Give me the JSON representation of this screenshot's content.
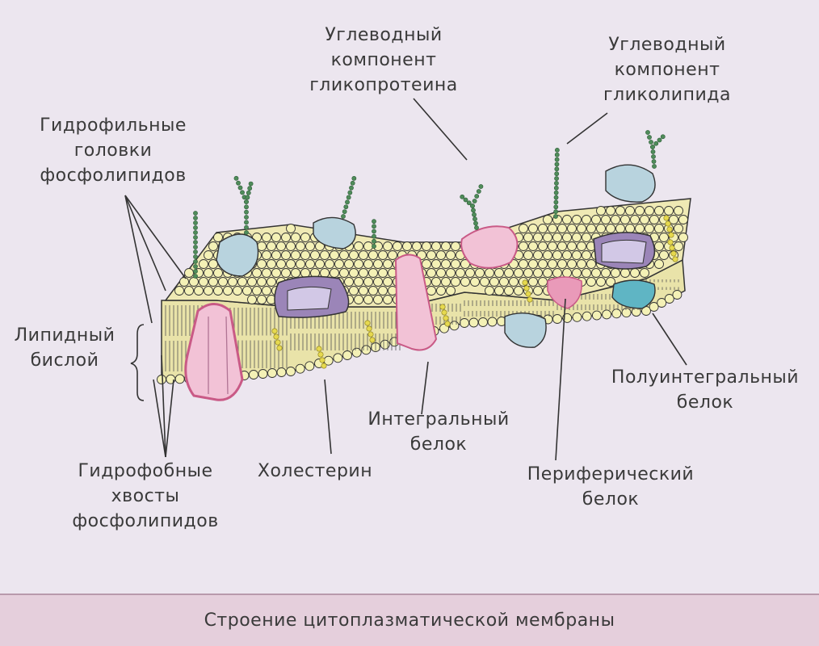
{
  "labels": {
    "carb_glycoprotein": [
      "Углеводный",
      "компонент",
      "гликопротеина"
    ],
    "carb_glycolipid": [
      "Углеводный",
      "компонент",
      "гликолипида"
    ],
    "hydrophilic_heads": [
      "Гидрофильные",
      "головки",
      "фосфолипидов"
    ],
    "lipid_bilayer": [
      "Липидный",
      "бислой"
    ],
    "semi_integral_protein": [
      "Полуинтегральный",
      "белок"
    ],
    "integral_protein": [
      "Интегральный",
      "белок"
    ],
    "peripheral_protein": [
      "Периферический",
      "белок"
    ],
    "hydrophobic_tails": [
      "Гидрофобные",
      "хвосты",
      "фосфолипидов"
    ],
    "cholesterol": [
      "Холестерин"
    ]
  },
  "caption": "Строение цитоплазматической мембраны",
  "colors": {
    "background": "#ece6ef",
    "footer": "#e5cfdc",
    "lipid_head": "#f4f1b6",
    "protein_pink": "#f2c2d6",
    "protein_pink_edge": "#c95a86",
    "protein_purple": "#9b85b8",
    "protein_blue": "#b8d3de",
    "protein_teal": "#5fb5c4",
    "cholesterol": "#e6d94f",
    "carbohydrate_chain": "#4f8c5a"
  }
}
